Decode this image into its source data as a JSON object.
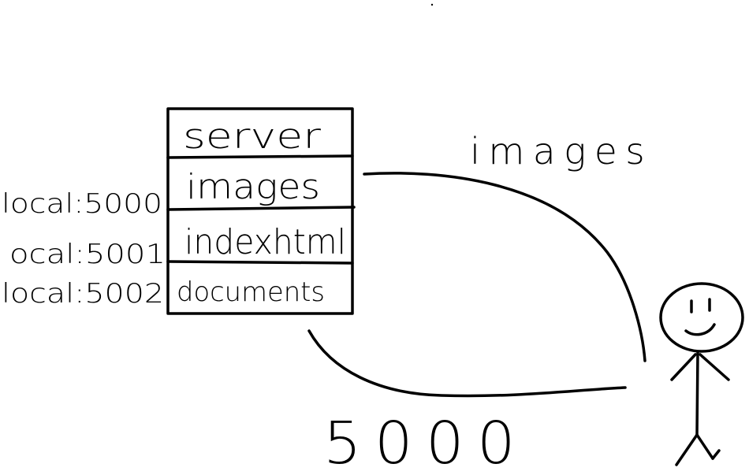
{
  "server_box": {
    "cells": [
      "server",
      "images",
      "indexhtml",
      "documents"
    ]
  },
  "ports": [
    "local:5000",
    "ocal:5001",
    "local:5002"
  ],
  "flow_label": "images",
  "port_label": "5000"
}
